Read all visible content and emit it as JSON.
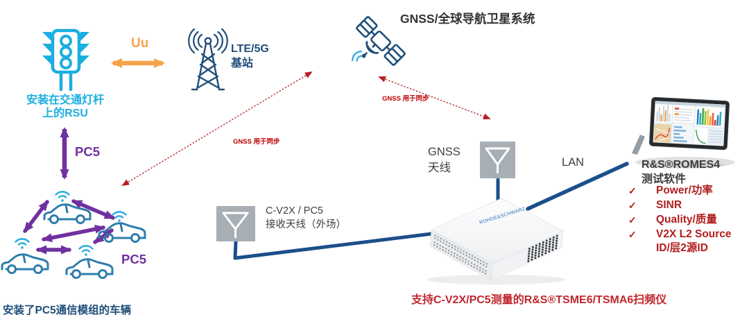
{
  "diagram": {
    "satellite": {
      "title": "GNSS/全球导航卫星系统"
    },
    "rsu": {
      "line1": "安装在交通灯杆",
      "line2": "上的RSU"
    },
    "uu_link": {
      "label": "Uu"
    },
    "base_station": {
      "line1": "LTE/5G",
      "line2": "基站"
    },
    "sync_links": {
      "left_label": "GNSS 用于同步",
      "right_label": "GNSS 用于同步"
    },
    "pc5_rsu_link": {
      "label": "PC5"
    },
    "vehicle_mesh": {
      "label": "PC5",
      "caption": "安装了PC5通信模组的车辆"
    },
    "cv2x_antenna": {
      "line1": "C-V2X / PC5",
      "line2": "接收天线（外场）"
    },
    "gnss_antenna": {
      "line1": "GNSS",
      "line2": "天线"
    },
    "lan_link": {
      "label": "LAN"
    },
    "scanner": {
      "brand": "ROHDE&SCHWARZ",
      "caption": "支持C-V2X/PC5测量的R&S®TSME6/TSMA6扫频仪"
    },
    "romes": {
      "title1": "R&S®ROMES4",
      "title2": "测试软件",
      "check": "✓",
      "items": [
        {
          "label": "Power/功率"
        },
        {
          "label": "SINR"
        },
        {
          "label": "Quality/质量"
        },
        {
          "label": "V2X L2 Source ID/层2源ID"
        }
      ]
    },
    "colors": {
      "cyan": "#1BAEE0",
      "wifi_cyan": "#29ABE2",
      "navy": "#1F4E79",
      "car_blue": "#2E7CAD",
      "purple": "#7030A0",
      "orange": "#F5A44C",
      "red": "#C00000",
      "cable_blue": "#1B4F8A",
      "antenna_gray": "#A7AEB4"
    }
  }
}
